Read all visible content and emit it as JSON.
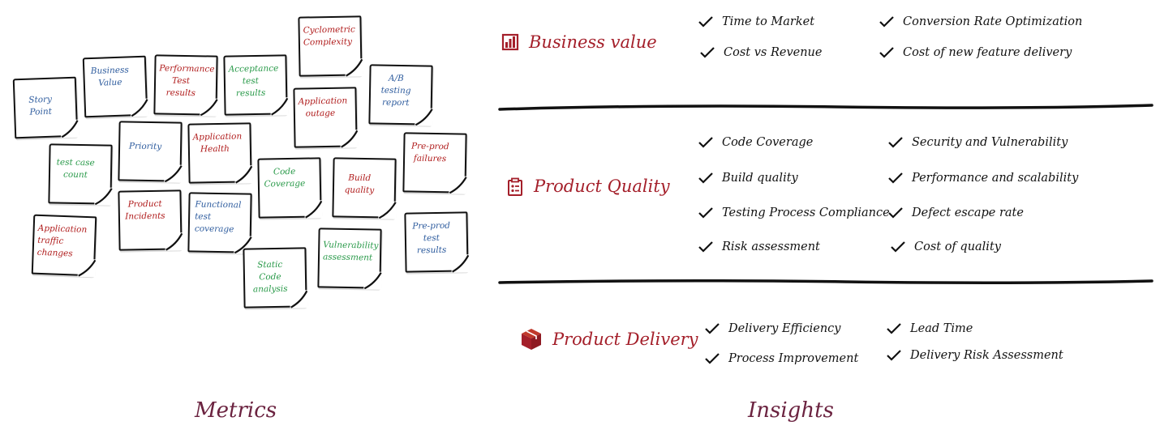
{
  "metrics": {
    "caption": "Metrics",
    "notes": [
      {
        "text": "Cyclometric\nComplexity",
        "color": "#b01c1c"
      },
      {
        "text": "Business\nValue",
        "color": "#2e5c9e"
      },
      {
        "text": "Performance\nTest\nresults",
        "color": "#b01c1c"
      },
      {
        "text": "Acceptance\ntest results",
        "color": "#2a9a4a"
      },
      {
        "text": "A/B\ntesting\nreport",
        "color": "#2e5c9e"
      },
      {
        "text": "Story\nPoint",
        "color": "#2e5c9e"
      },
      {
        "text": "Application\noutage",
        "color": "#b01c1c"
      },
      {
        "text": "Priority",
        "color": "#2e5c9e"
      },
      {
        "text": "Application\nHealth",
        "color": "#b01c1c"
      },
      {
        "text": "Pre-prod\nfailures",
        "color": "#b01c1c"
      },
      {
        "text": "test case\ncount",
        "color": "#2a9a4a"
      },
      {
        "text": "Code\nCoverage",
        "color": "#2a9a4a"
      },
      {
        "text": "Build\nquality",
        "color": "#b01c1c"
      },
      {
        "text": "Product\nIncidents",
        "color": "#b01c1c"
      },
      {
        "text": "Functional\ntest\ncoverage",
        "color": "#2e5c9e"
      },
      {
        "text": "Application\ntraffic\nchanges",
        "color": "#b01c1c"
      },
      {
        "text": "Pre-prod\ntest\nresults",
        "color": "#2e5c9e"
      },
      {
        "text": "Vulnerability\nassessment",
        "color": "#2a9a4a"
      },
      {
        "text": "Static Code\nanalysis",
        "color": "#2a9a4a"
      }
    ]
  },
  "insights": {
    "caption": "Insights",
    "accent": "#a41f2a",
    "categories": [
      {
        "title": "Business value",
        "icon": "bar-chart-icon",
        "items": [
          "Time to Market",
          "Conversion Rate Optimization",
          "Cost vs Revenue",
          "Cost of new feature delivery"
        ]
      },
      {
        "title": "Product Quality",
        "icon": "clipboard-icon",
        "items": [
          "Code Coverage",
          "Security and Vulnerability",
          "Build quality",
          "Performance and scalability",
          "Testing Process Compliance",
          "Defect escape rate",
          "Risk assessment",
          "Cost of quality"
        ]
      },
      {
        "title": "Product Delivery",
        "icon": "package-icon",
        "items": [
          "Delivery Efficiency",
          "Lead Time",
          "Process Improvement",
          "Delivery Risk Assessment"
        ]
      }
    ]
  }
}
